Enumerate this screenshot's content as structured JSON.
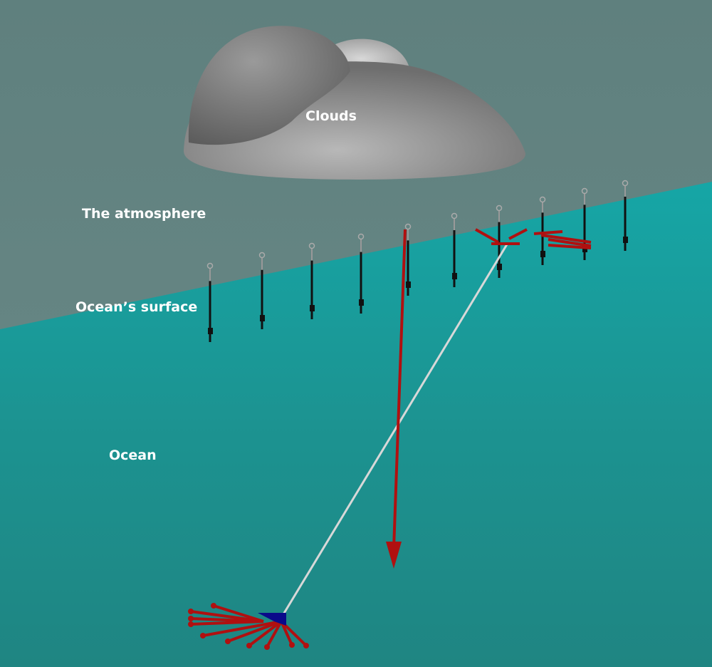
{
  "labels": {
    "clouds": "Clouds",
    "atmosphere": "The atmosphere",
    "surface": "Ocean’s surface",
    "ocean": "Ocean"
  },
  "colors": {
    "atmosphere": "#678886",
    "ocean_surface": "#18a3a3",
    "ocean_deep": "#1d8784",
    "cloud": "#8a8a8a",
    "arrow": "#b01010",
    "sensor": "#0a0a8a",
    "line": "#d8d8d8"
  },
  "buoy_count": 10
}
